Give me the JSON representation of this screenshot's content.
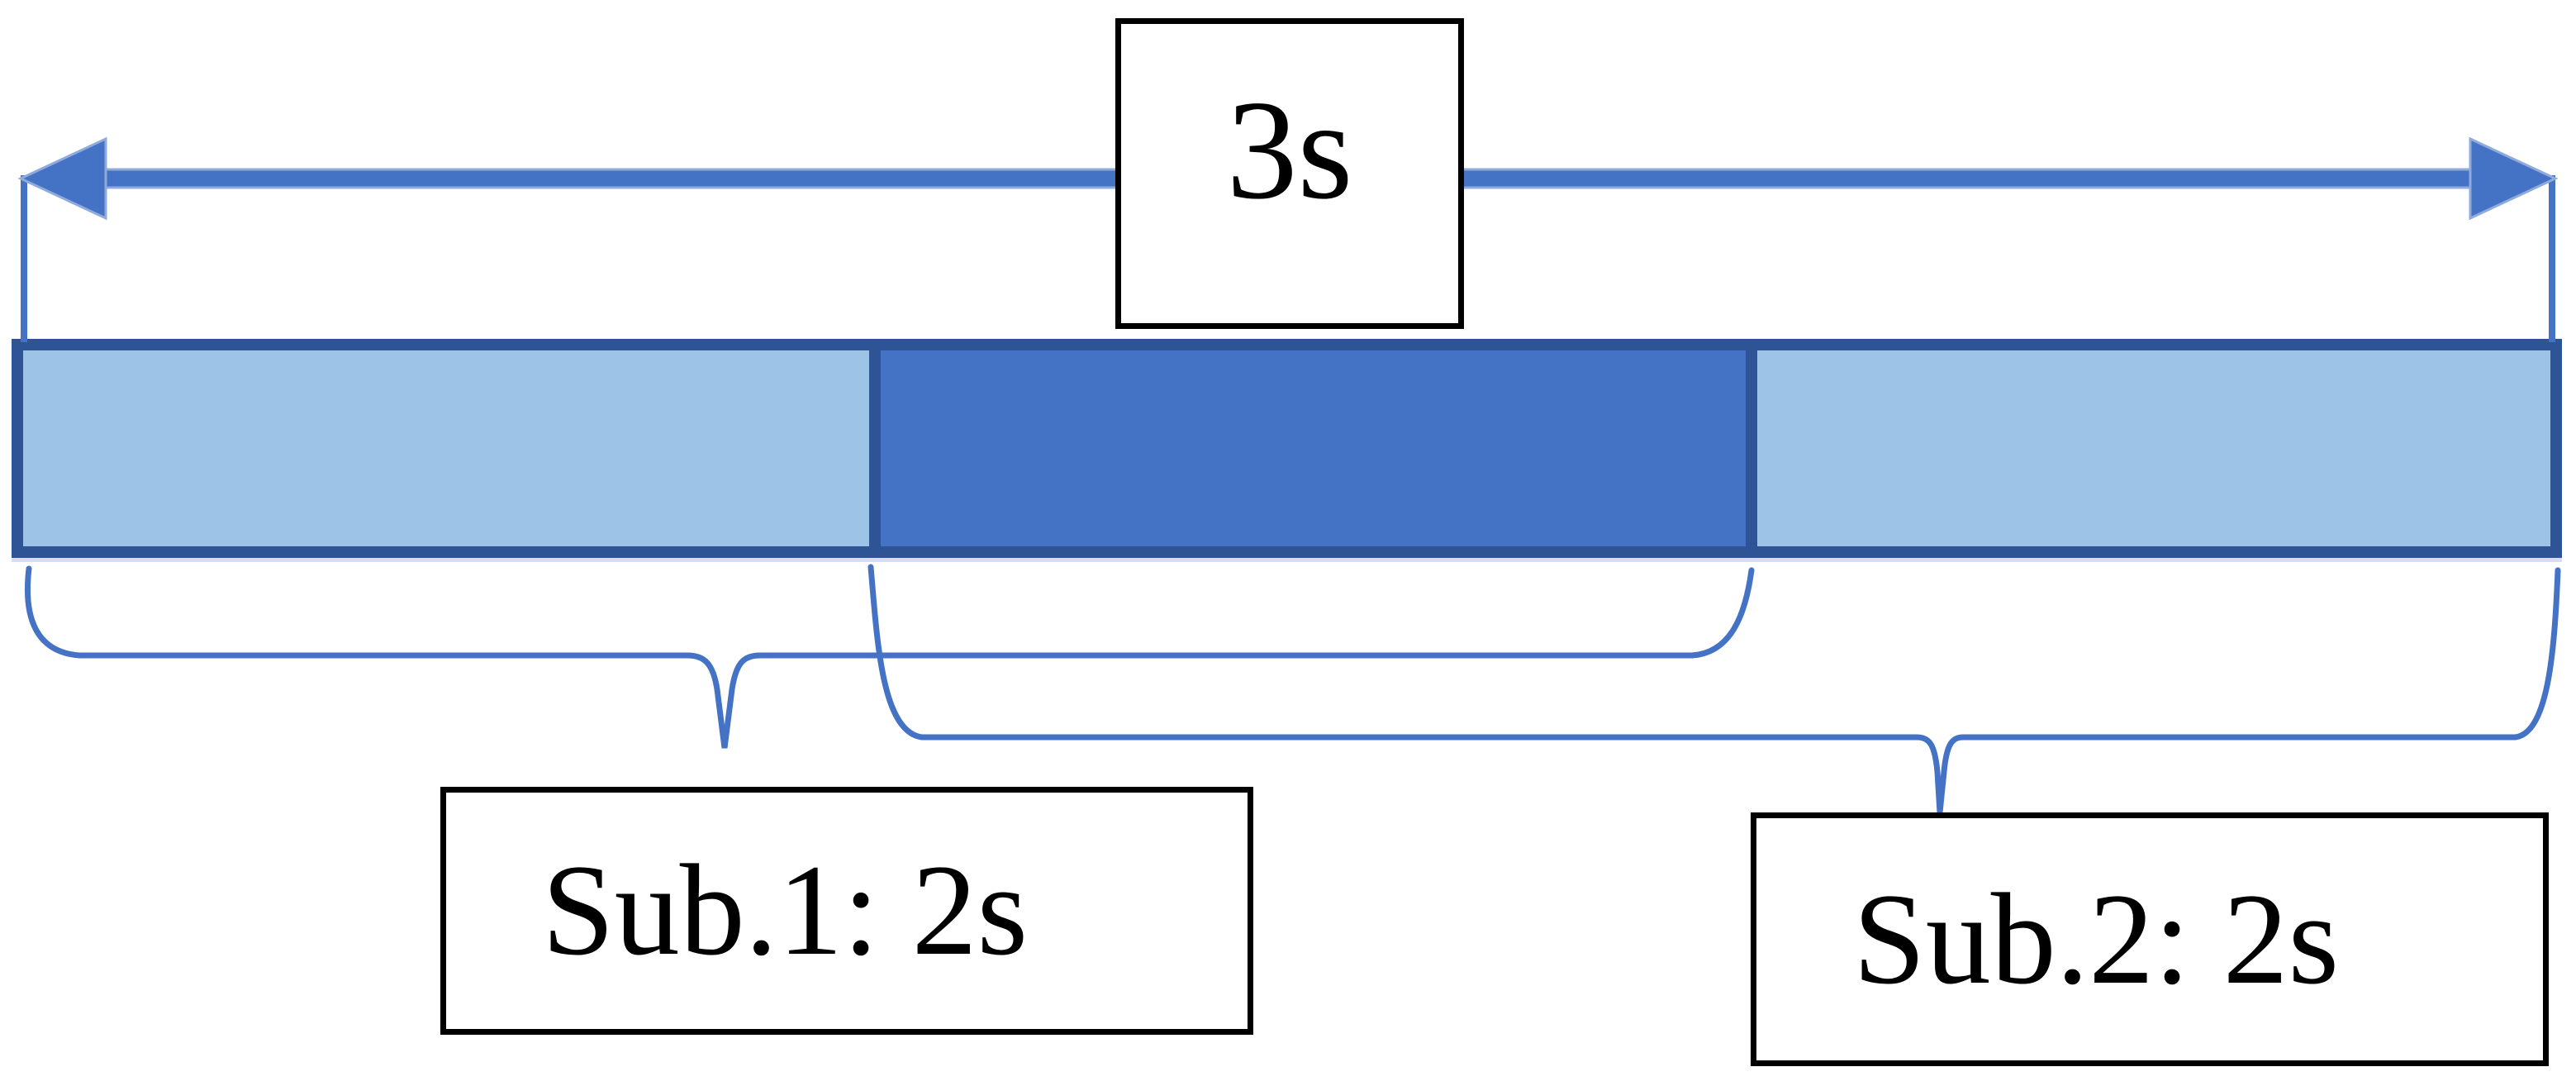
{
  "diagram": {
    "total_arrow": {
      "label": "3s"
    },
    "sub1": {
      "label": "Sub.1: 2s"
    },
    "sub2": {
      "label": "Sub.2: 2s"
    },
    "bar": {
      "segments": [
        {
          "id": "sub1-only",
          "fill": "#9DC3E6"
        },
        {
          "id": "overlap",
          "fill": "#4472C4"
        },
        {
          "id": "sub2-only",
          "fill": "#9DC3E6"
        }
      ]
    },
    "colors": {
      "arrow": "#4472C4",
      "arrow_edge": "#8FAADC",
      "brace": "#4472C4",
      "bar_border": "#2F5496",
      "box_border": "#000000",
      "box_fill": "#FFFFFF",
      "label_text": "#000000",
      "background": "#FFFFFF"
    }
  }
}
